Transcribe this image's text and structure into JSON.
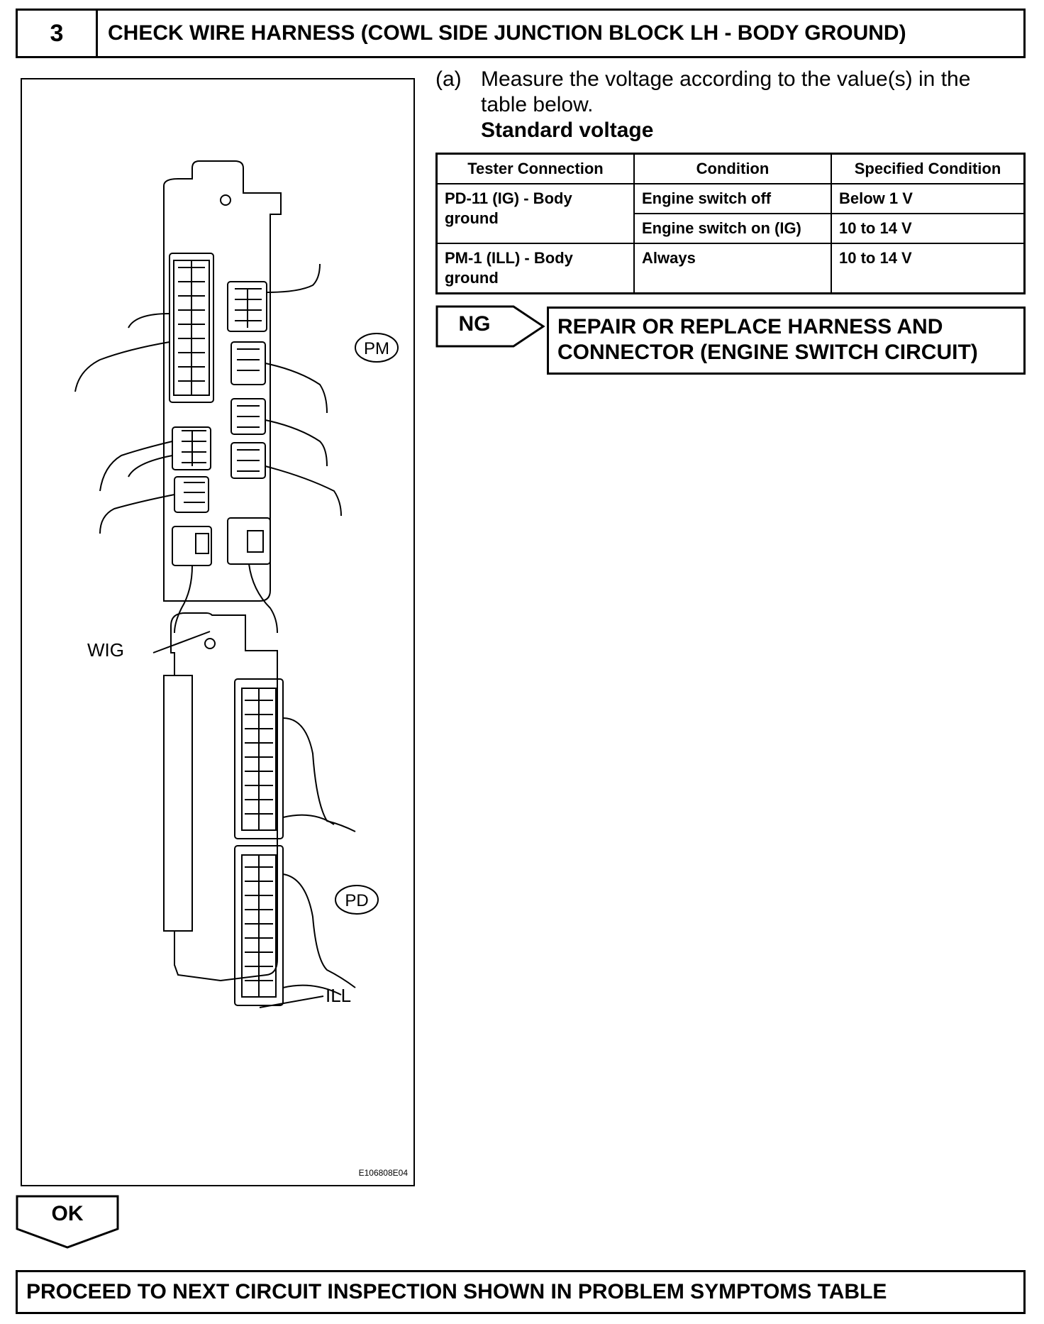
{
  "step": {
    "number": "3",
    "title": "CHECK WIRE HARNESS (COWL SIDE JUNCTION BLOCK LH - BODY GROUND)"
  },
  "illustration": {
    "labels": {
      "pm": "PM",
      "wig": "WIG",
      "pd": "PD",
      "ill": "ILL"
    },
    "figure_code": "E106808E04"
  },
  "instruction": {
    "label": "(a)",
    "text": "Measure the voltage according to the value(s) in the table below.",
    "subheading": "Standard voltage"
  },
  "table": {
    "headers": [
      "Tester Connection",
      "Condition",
      "Specified Condition"
    ],
    "rows": [
      {
        "connection": "PD-11 (IG) - Body ground",
        "condition": "Engine switch off",
        "spec": "Below 1 V"
      },
      {
        "connection": "",
        "condition": "Engine switch on (IG)",
        "spec": "10 to 14 V"
      },
      {
        "connection": "PM-1 (ILL) - Body ground",
        "condition": "Always",
        "spec": "10 to 14 V"
      }
    ]
  },
  "ng": {
    "label": "NG",
    "action": "REPAIR OR REPLACE HARNESS AND CONNECTOR (ENGINE SWITCH CIRCUIT)"
  },
  "ok": {
    "label": "OK"
  },
  "next": {
    "text": "PROCEED TO NEXT CIRCUIT INSPECTION SHOWN IN PROBLEM SYMPTOMS TABLE"
  }
}
